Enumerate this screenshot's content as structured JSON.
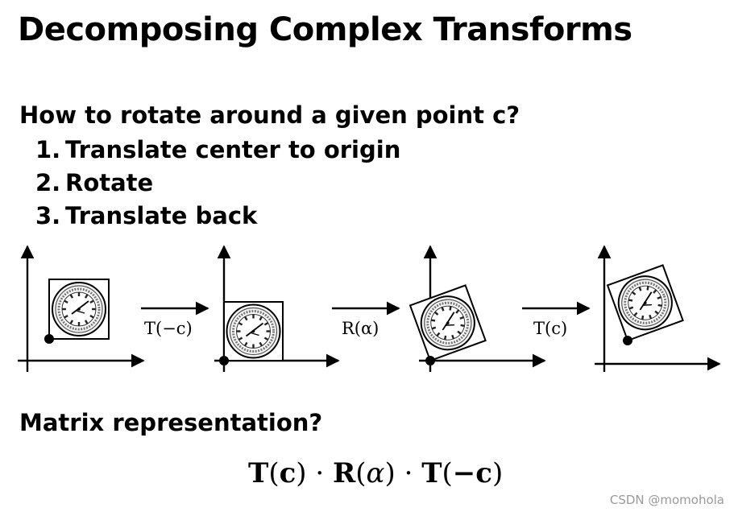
{
  "title": "Decomposing Complex Transforms",
  "question": "How to rotate around a given point c?",
  "steps": [
    {
      "num": "1.",
      "text": "Translate center to origin"
    },
    {
      "num": "2.",
      "text": "Rotate"
    },
    {
      "num": "3.",
      "text": "Translate back"
    }
  ],
  "diagram": {
    "labels": [
      "T(−c)",
      "R(α)",
      "T(c)"
    ],
    "rotation_angle_deg": -20,
    "icons": [
      "clock-icon"
    ]
  },
  "matrix_question": "Matrix representation?",
  "formula": {
    "t": "T",
    "c": "c",
    "r": "R",
    "alpha": "α",
    "neg_c": "−c",
    "dot": "·",
    "lp": "(",
    "rp": ")"
  },
  "watermark": "CSDN @momohola"
}
